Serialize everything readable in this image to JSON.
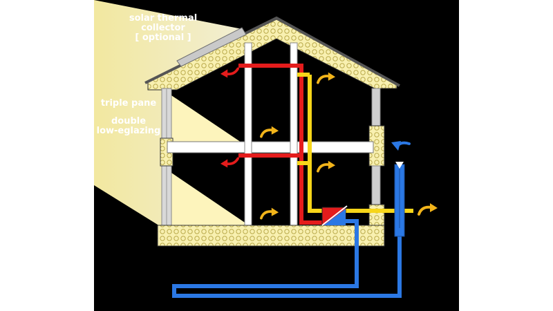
{
  "labels": {
    "solar_collector": [
      "solar thermal",
      "collector",
      "[ optional ]"
    ],
    "window_1": "triple pane",
    "window_2": [
      "double",
      "low-eglazing"
    ]
  },
  "colors": {
    "background": "#000000",
    "letterbox": "#ffffff",
    "insulation": "#f8f0b0",
    "sunlight": "#fdf7c4",
    "warm_duct": "#e41c1c",
    "fresh_duct": "#f7d619",
    "outdoor_duct": "#2b78e4",
    "floor_slab": "#ffffff",
    "heat_exchanger": "#e41c1c",
    "arrows": "#f2b41a"
  },
  "icons": [
    "curved-arrow-icon",
    "heat-exchanger-icon",
    "air-intake-icon"
  ]
}
